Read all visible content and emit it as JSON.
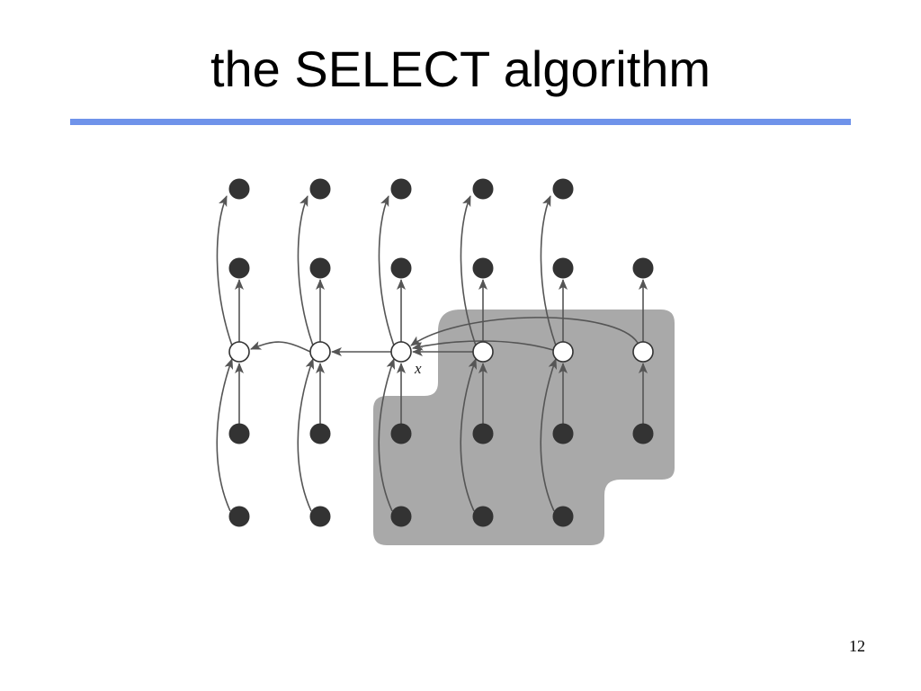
{
  "slide": {
    "title": "the SELECT algorithm",
    "page_number": "12"
  },
  "diagram": {
    "median_label": "x",
    "colors": {
      "shaded_region": "#a9a9a9",
      "black_node": "#333333",
      "white_node": "#ffffff",
      "edge": "#555555",
      "title_rule": "#6f93ea"
    }
  }
}
